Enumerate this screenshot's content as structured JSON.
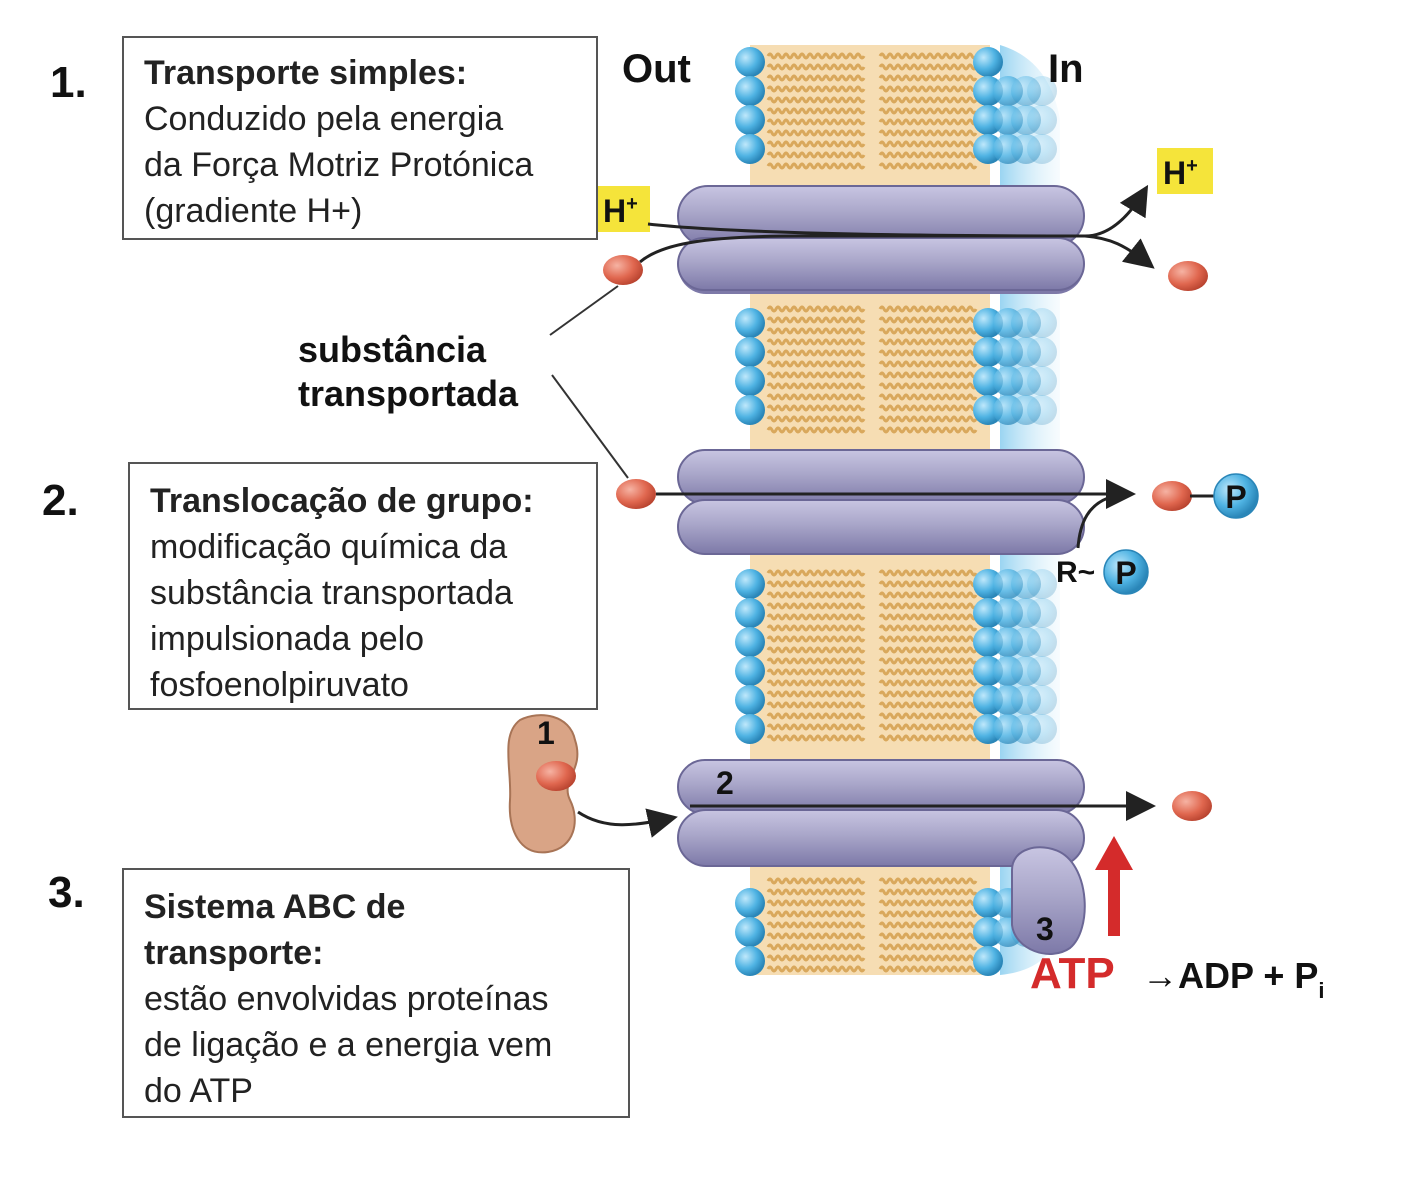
{
  "sides": {
    "out": "Out",
    "in": "In"
  },
  "steps": [
    {
      "number": "1.",
      "title": "Transporte simples:",
      "lines": [
        "Conduzido pela energia",
        "da Força Motriz Protónica",
        "(gradiente H+)"
      ]
    },
    {
      "number": "2.",
      "title": "Translocação de grupo:",
      "lines": [
        "modificação química da",
        "substância transportada",
        "impulsionada pelo",
        "fosfoenolpiruvato"
      ]
    },
    {
      "number": "3.",
      "title_lines": [
        "Sistema ABC de",
        "transporte:"
      ],
      "lines": [
        "estão envolvidas proteínas",
        "de ligação e a energia vem",
        "do ATP"
      ]
    }
  ],
  "substance_label": [
    "substância",
    "transportada"
  ],
  "proton": {
    "base": "H",
    "sup": "+"
  },
  "phosphate": "P",
  "phospho_donor_prefix": "R~",
  "abc_parts": [
    "1",
    "2",
    "3"
  ],
  "atp": "ATP",
  "atp_products": {
    "arrow": "→",
    "adp": "ADP + P",
    "sub": "i"
  },
  "colors": {
    "membrane_core": "#f6ddb3",
    "lipid_tail": "#d9a85c",
    "lipid_head": "#4fb3e3",
    "protein": "#a9a6c9",
    "substance": "#e0674f",
    "highlight": "#f5e43a",
    "atp_red": "#d42b2b",
    "binding_protein": "#d9a486"
  }
}
